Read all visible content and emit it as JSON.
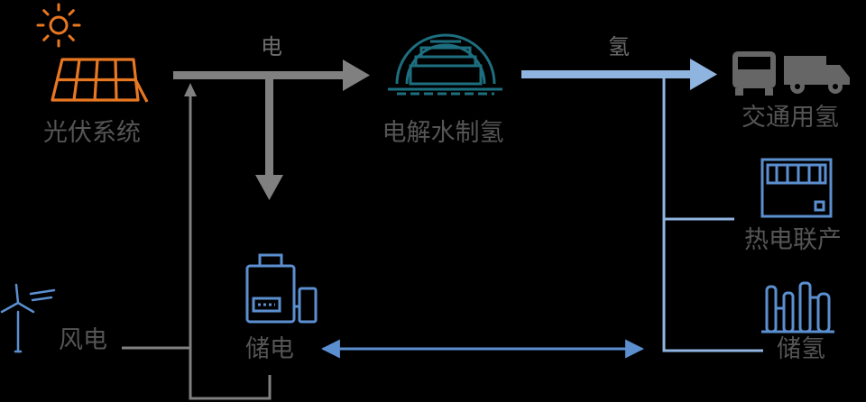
{
  "nodes": {
    "solar": "光伏系统",
    "electrolysis": "电解水制氢",
    "transport": "交通用氢",
    "chp": "热电联产",
    "wind": "风电",
    "battery": "储电",
    "h2_storage": "储氢"
  },
  "flows": {
    "electricity": "电",
    "hydrogen": "氢"
  },
  "colors": {
    "background": "#000000",
    "solar_orange": "#e87722",
    "electric_gray": "#808080",
    "hydrogen_blue": "#8fb4e0",
    "battery_blue": "#5b8fd0",
    "electrolyzer_teal": "#1d6f80",
    "label_gray": "#555555"
  },
  "icons": {
    "solar": "sun-and-solar-panel-icon",
    "electrolysis": "electrolyzer-dome-icon",
    "transport": "bus-and-truck-icon",
    "chp": "chp-unit-icon",
    "wind": "wind-turbine-icon",
    "battery": "battery-storage-icon",
    "h2_storage": "hydrogen-tanks-icon"
  }
}
